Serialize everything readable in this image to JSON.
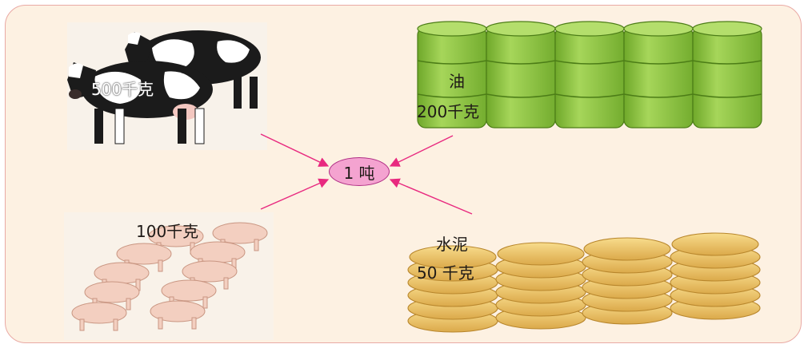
{
  "center": {
    "label": "1 吨"
  },
  "items": {
    "cows": {
      "weight": "500千克"
    },
    "oil": {
      "name": "油",
      "weight": "200千克"
    },
    "pigs": {
      "weight": "100千克"
    },
    "cement": {
      "name": "水泥",
      "weight": "50 千克"
    }
  },
  "colors": {
    "panel_bg": "#fdf1e2",
    "panel_border": "#e9a9a4",
    "arrow": "#e8297f",
    "center_fill": "#f4a3d0",
    "barrel": "#8fc540",
    "sack": "#f2c868",
    "pig": "#f3cfc0"
  }
}
